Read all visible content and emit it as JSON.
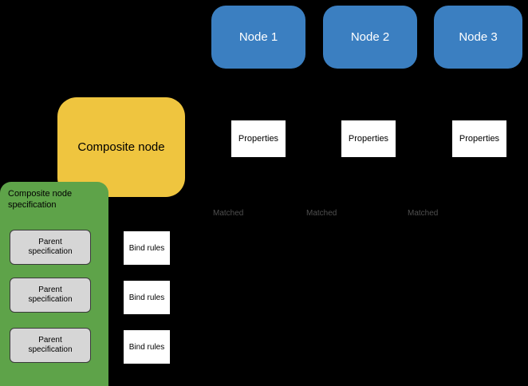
{
  "diagram": {
    "nodes": [
      {
        "label": "Node 1"
      },
      {
        "label": "Node 2"
      },
      {
        "label": "Node 3"
      }
    ],
    "properties_boxes": [
      {
        "label": "Properties"
      },
      {
        "label": "Properties"
      },
      {
        "label": "Properties"
      }
    ],
    "matched_labels": [
      {
        "label": "Matched"
      },
      {
        "label": "Matched"
      },
      {
        "label": "Matched"
      }
    ],
    "composite_node": {
      "label": "Composite node"
    },
    "specification_panel": {
      "title": "Composite node specification",
      "parent_specs": [
        {
          "label": "Parent specification"
        },
        {
          "label": "Parent specification"
        },
        {
          "label": "Parent specification"
        }
      ],
      "bind_rules": [
        {
          "label": "Bind rules"
        },
        {
          "label": "Bind rules"
        },
        {
          "label": "Bind rules"
        }
      ]
    },
    "colors": {
      "background": "#000000",
      "node_blue": "#3b7fc1",
      "composite_yellow": "#efc53f",
      "panel_green": "#5ea349",
      "parent_gray": "#d6d6d6",
      "box_white": "#ffffff",
      "matched_text": "#4f4f4f"
    }
  }
}
